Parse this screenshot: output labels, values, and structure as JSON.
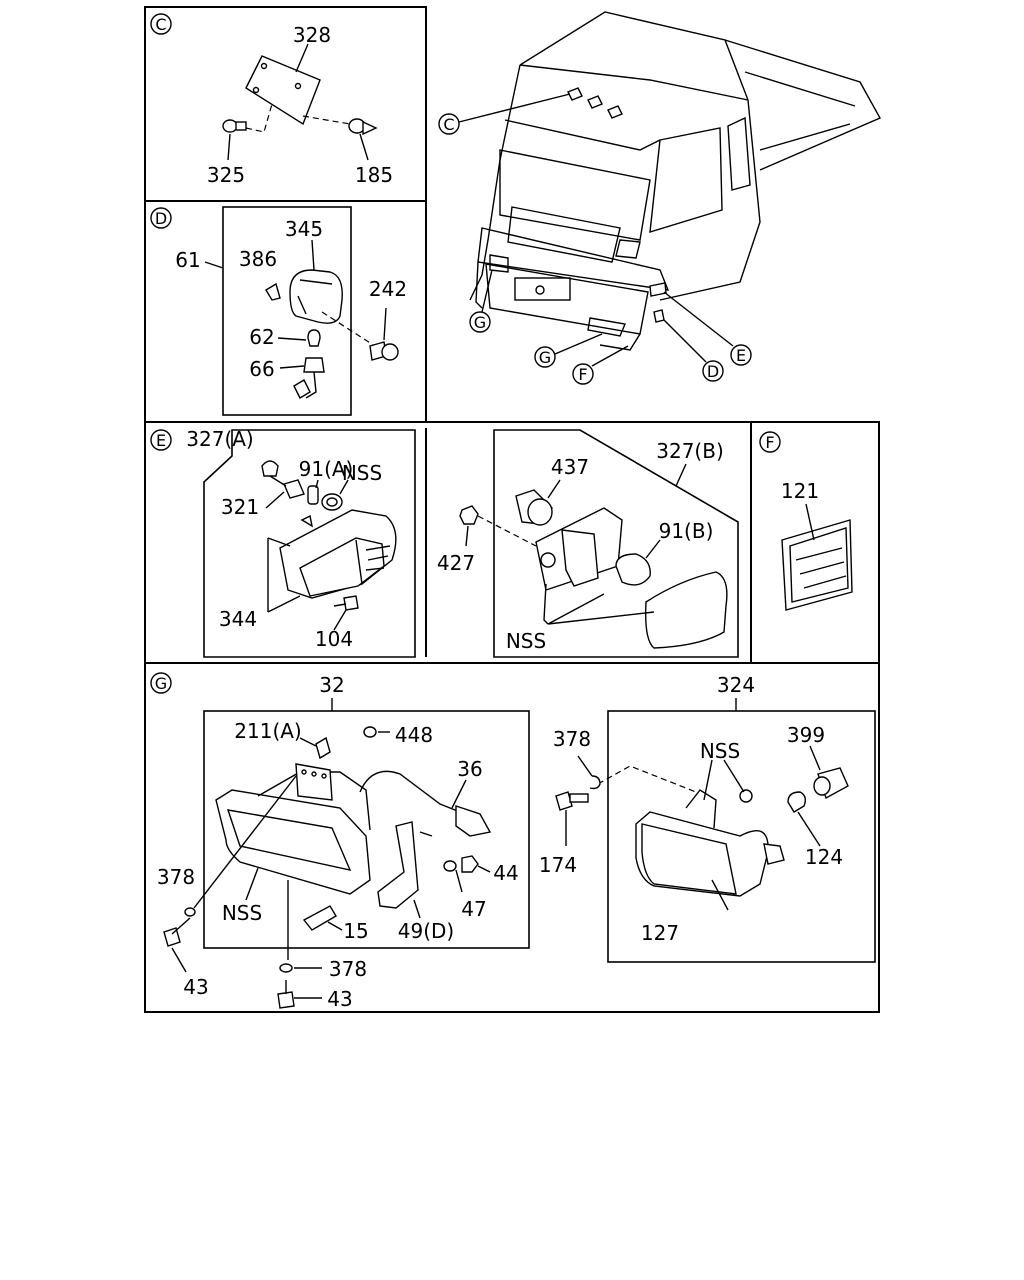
{
  "sections": {
    "C": "C",
    "D": "D",
    "E": "E",
    "F": "F",
    "G": "G"
  },
  "truck_callouts": {
    "c": "C",
    "g1": "G",
    "g2": "G",
    "f": "F",
    "d": "D",
    "e": "E"
  },
  "labels": {
    "c_328": "328",
    "c_325": "325",
    "c_185": "185",
    "d_61": "61",
    "d_345": "345",
    "d_386": "386",
    "d_242": "242",
    "d_62": "62",
    "d_66": "66",
    "e_327a": "327(A)",
    "e_91a": "91(A)",
    "e_nss": "NSS",
    "e_321": "321",
    "e_344": "344",
    "e_104": "104",
    "b_437": "437",
    "b_327b": "327(B)",
    "b_427": "427",
    "b_91b": "91(B)",
    "b_nss": "NSS",
    "f_121": "121",
    "g_32": "32",
    "g_211a": "211(A)",
    "g_448": "448",
    "g_36": "36",
    "g_378a": "378",
    "g_nss": "NSS",
    "g_44": "44",
    "g_47": "47",
    "g_15": "15",
    "g_49d": "49(D)",
    "g_43a": "43",
    "g_378b": "378",
    "g_43b": "43",
    "h_324": "324",
    "h_378": "378",
    "h_399": "399",
    "h_nss": "NSS",
    "h_174": "174",
    "h_124": "124",
    "h_127": "127"
  }
}
